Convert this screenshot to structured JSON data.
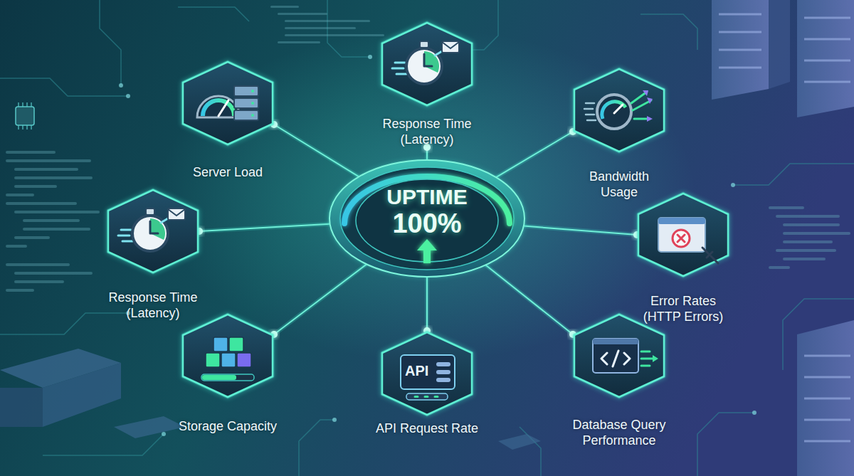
{
  "diagram": {
    "nodes": [
      {
        "text": [
          "Response Time (Latency)"
        ]
      },
      {
        "text": [
          "Server Load"
        ]
      },
      {
        "text": [
          "Bandwidth Usage"
        ]
      },
      {
        "text": [
          "UPTIME",
          "100%"
        ]
      },
      {
        "text": [
          "Response Time (Latency)"
        ]
      },
      {
        "text": [
          "Error Rates (HTTP Errors)"
        ]
      },
      {
        "text": [
          "Storage Capacity"
        ]
      },
      {
        "text": [
          "API Request Rate"
        ]
      },
      {
        "text": [
          "Database Query Performance"
        ]
      }
    ],
    "edges": [
      {
        "from": 3,
        "to": 0,
        "arrow": "none"
      },
      {
        "from": 3,
        "to": 1,
        "arrow": "none"
      },
      {
        "from": 3,
        "to": 2,
        "arrow": "none"
      },
      {
        "from": 3,
        "to": 4,
        "arrow": "none"
      },
      {
        "from": 3,
        "to": 5,
        "arrow": "none"
      },
      {
        "from": 3,
        "to": 6,
        "arrow": "none"
      },
      {
        "from": 3,
        "to": 7,
        "arrow": "none"
      },
      {
        "from": 3,
        "to": 8,
        "arrow": "none"
      }
    ],
    "labels": [
      "API"
    ]
  }
}
